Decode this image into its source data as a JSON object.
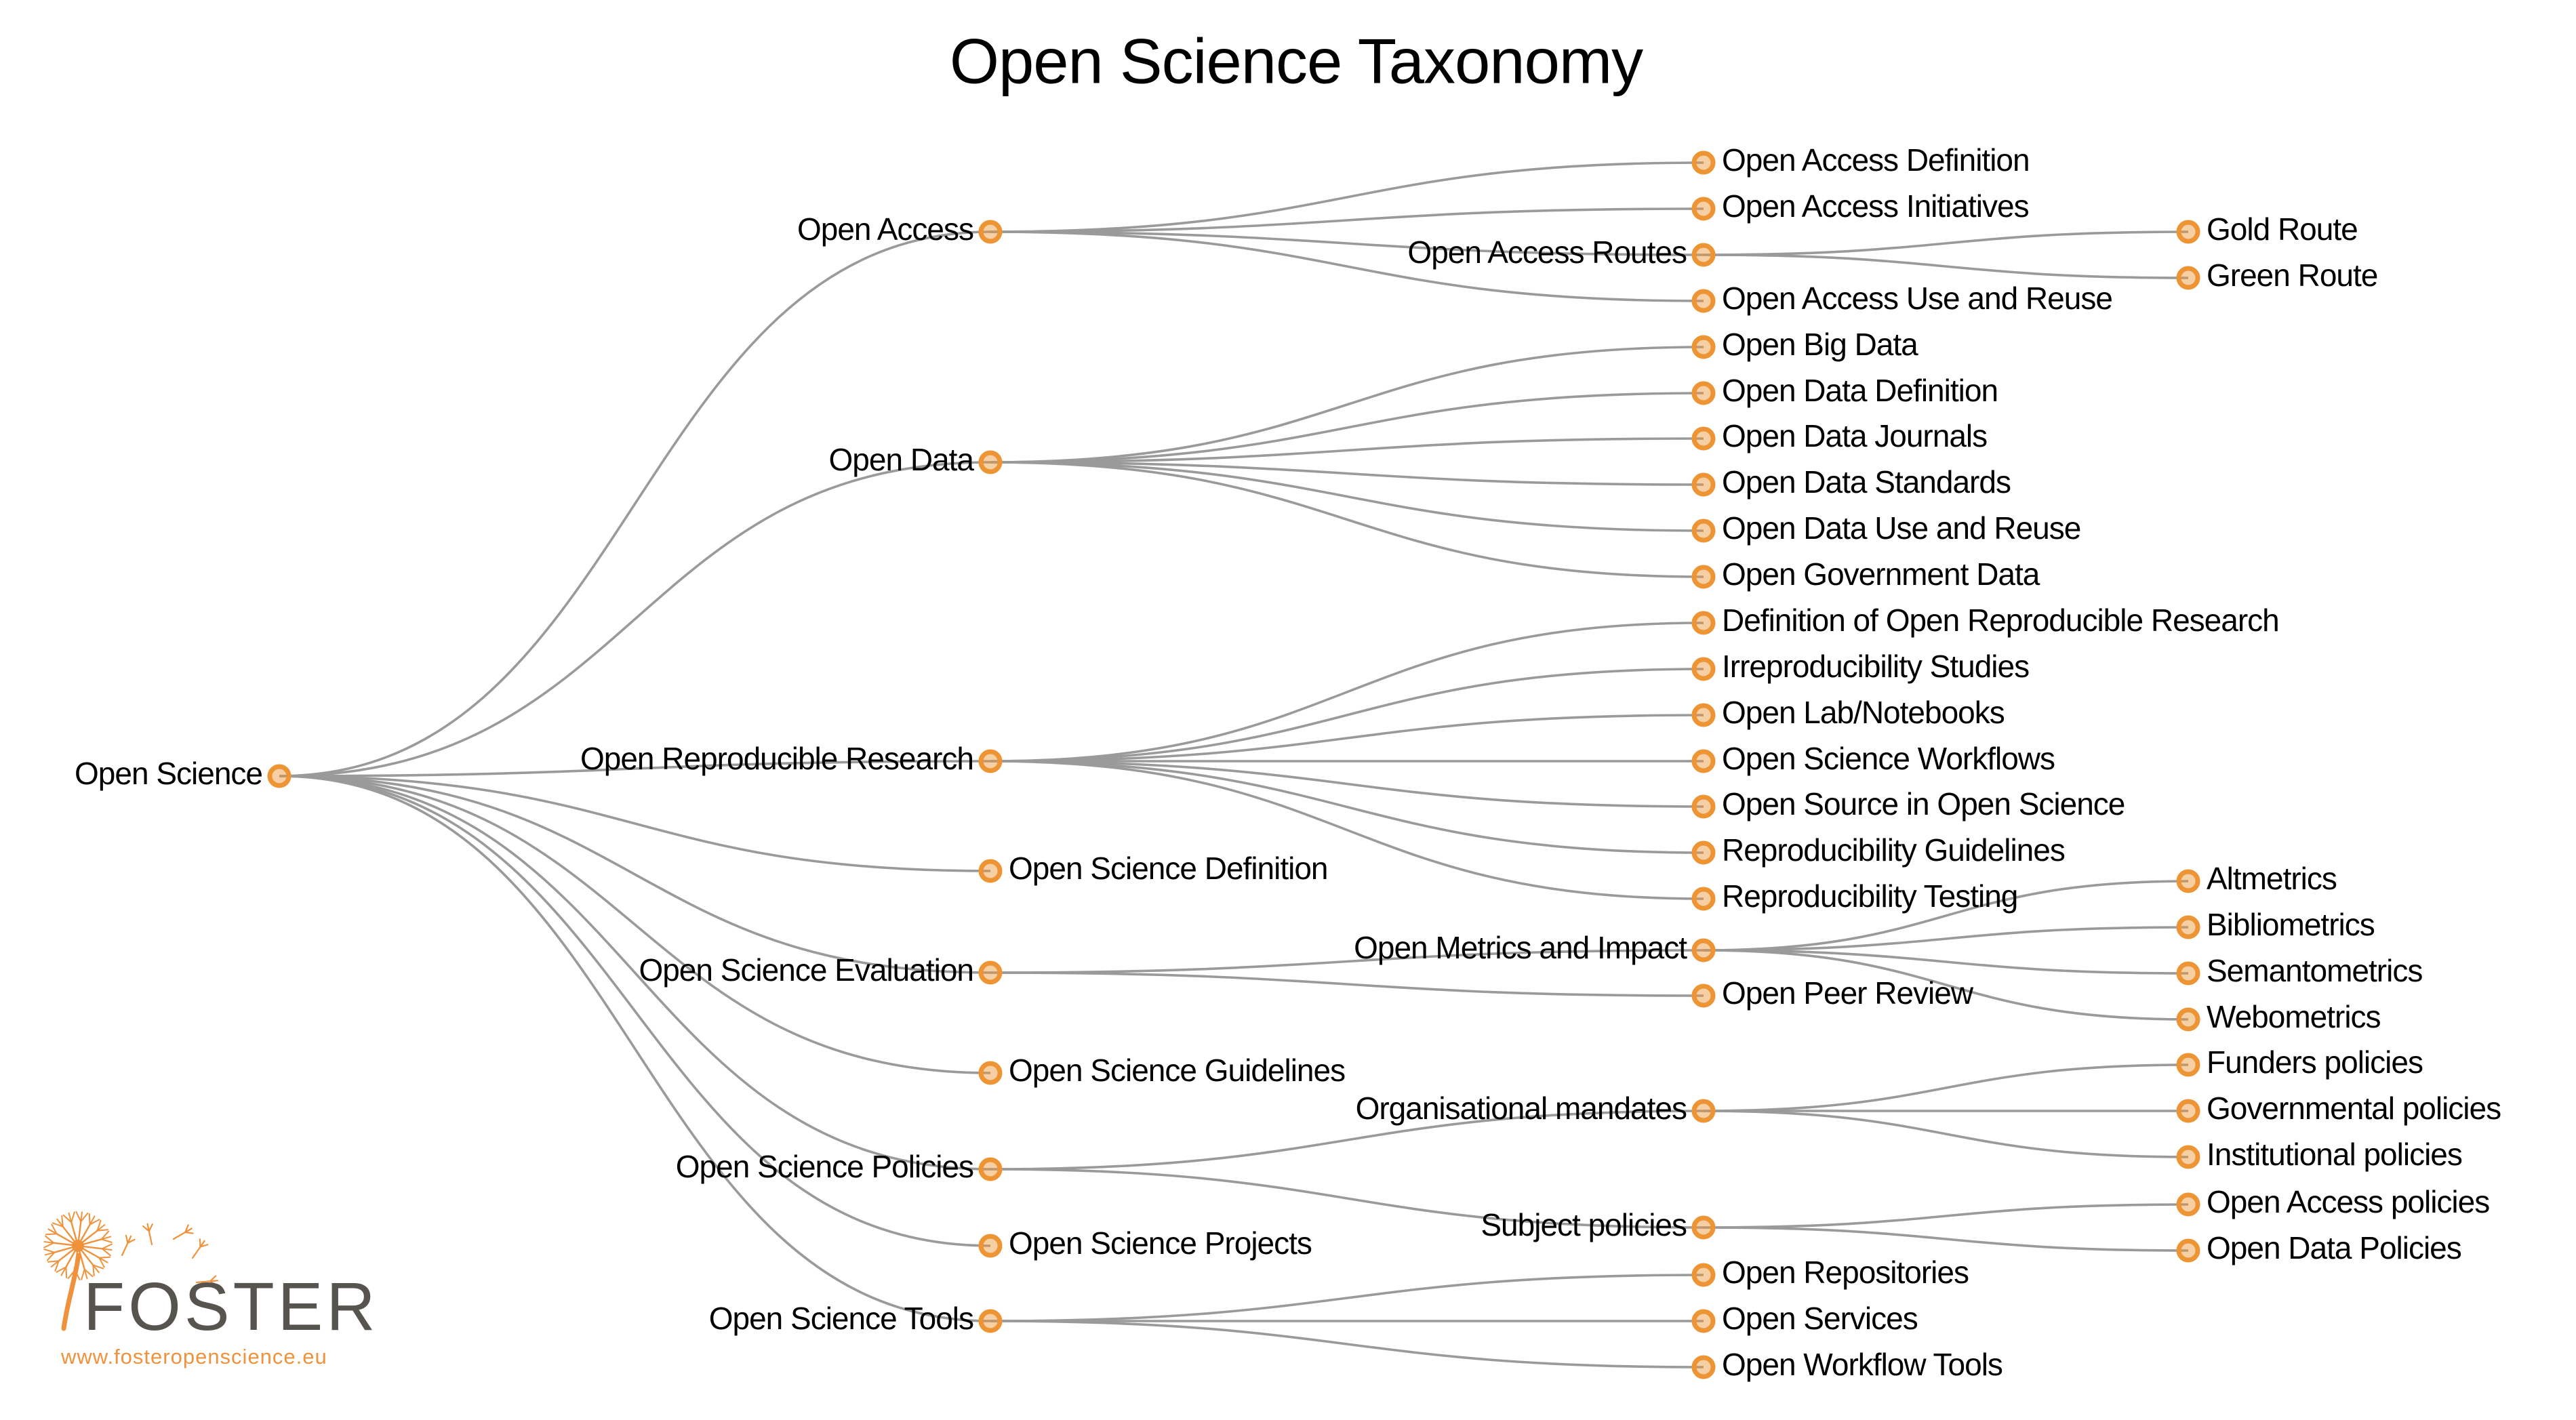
{
  "title": "Open Science Taxonomy",
  "logo": {
    "brand": "FOSTER",
    "url": "www.fosteropenscience.eu"
  },
  "colors": {
    "node_ring": "#ED9435",
    "edge": "#9A9A9A",
    "label": "#000000",
    "logo_text": "#57534E",
    "logo_accent": "#F0923C"
  },
  "tree": {
    "label": "Open Science",
    "children": [
      {
        "label": "Open Access",
        "children": [
          {
            "label": "Open Access Definition"
          },
          {
            "label": "Open Access Initiatives"
          },
          {
            "label": "Open Access Routes",
            "children": [
              {
                "label": "Gold Route"
              },
              {
                "label": "Green Route"
              }
            ]
          },
          {
            "label": "Open Access Use and Reuse"
          }
        ]
      },
      {
        "label": "Open Data",
        "children": [
          {
            "label": "Open Big Data"
          },
          {
            "label": "Open Data Definition"
          },
          {
            "label": "Open Data Journals"
          },
          {
            "label": "Open Data Standards"
          },
          {
            "label": "Open Data Use and Reuse"
          },
          {
            "label": "Open Government Data"
          }
        ]
      },
      {
        "label": "Open Reproducible Research",
        "children": [
          {
            "label": "Definition of Open Reproducible Research"
          },
          {
            "label": "Irreproducibility Studies"
          },
          {
            "label": "Open Lab/Notebooks"
          },
          {
            "label": "Open Science Workflows"
          },
          {
            "label": "Open Source in Open Science"
          },
          {
            "label": "Reproducibility Guidelines"
          },
          {
            "label": "Reproducibility Testing"
          }
        ]
      },
      {
        "label": "Open Science Definition"
      },
      {
        "label": "Open Science Evaluation",
        "children": [
          {
            "label": "Open Metrics and Impact",
            "children": [
              {
                "label": "Altmetrics"
              },
              {
                "label": "Bibliometrics"
              },
              {
                "label": "Semantometrics"
              },
              {
                "label": "Webometrics"
              }
            ]
          },
          {
            "label": "Open Peer Review"
          }
        ]
      },
      {
        "label": "Open Science Guidelines"
      },
      {
        "label": "Open Science Policies",
        "children": [
          {
            "label": "Organisational mandates",
            "children": [
              {
                "label": "Funders policies"
              },
              {
                "label": "Governmental policies"
              },
              {
                "label": "Institutional policies"
              }
            ]
          },
          {
            "label": "Subject policies",
            "children": [
              {
                "label": "Open Access policies"
              },
              {
                "label": "Open Data Policies"
              }
            ]
          }
        ]
      },
      {
        "label": "Open Science Projects"
      },
      {
        "label": "Open Science Tools",
        "children": [
          {
            "label": "Open Repositories"
          },
          {
            "label": "Open Services"
          },
          {
            "label": "Open Workflow Tools"
          }
        ]
      }
    ]
  }
}
